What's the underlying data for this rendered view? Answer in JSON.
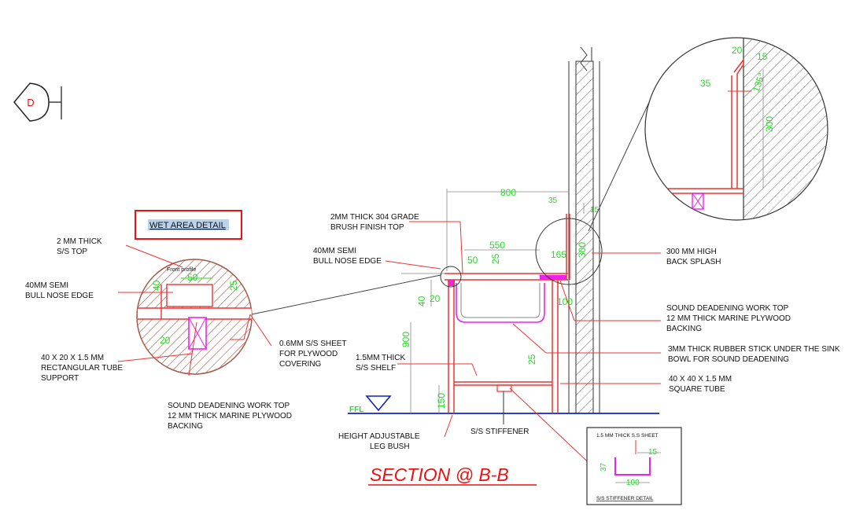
{
  "title": "SECTION @ B-B",
  "section_marker": "D",
  "wet_area_box": "WET AREA DETAIL",
  "front_profile": "Front profile",
  "ffl": "FFL",
  "left_detail": {
    "ss_top": [
      "2 MM THICK",
      "S/S TOP"
    ],
    "bull_nose": [
      "40MM SEMI",
      "BULL NOSE EDGE"
    ],
    "rect_tube": [
      "40 X 20 X 1.5 MM",
      "RECTANGULAR TUBE",
      "SUPPORT"
    ],
    "sound_dead": [
      "SOUND DEADENING WORK TOP",
      "12 MM THICK MARINE PLYWOOD",
      "BACKING"
    ],
    "sheet": [
      "0.6MM S/S SHEET",
      "FOR PLYWOOD",
      "COVERING"
    ],
    "dims": {
      "d50": "50",
      "d40": "40",
      "d25": "25",
      "d20": "20"
    }
  },
  "main": {
    "top_304": [
      "2MM THICK 304 GRADE",
      "BRUSH FINISH TOP"
    ],
    "bull_nose": [
      "40MM SEMI",
      "BULL NOSE EDGE"
    ],
    "shelf": [
      "1.5MM THICK",
      "S/S SHELF"
    ],
    "leg_bush": [
      "HEIGHT ADJUSTABLE",
      "LEG BUSH"
    ],
    "stiffener": "S/S STIFFENER",
    "back_splash": [
      "300 MM HIGH",
      "BACK SPLASH"
    ],
    "sound_dead": [
      "SOUND DEADENING WORK TOP",
      "12 MM THICK MARINE PLYWOOD",
      "BACKING"
    ],
    "rubber": [
      "3MM THICK RUBBER STICK UNDER THE SINK",
      "BOWL FOR SOUND DEADENING"
    ],
    "square_tube": [
      "40 X 40 X 1.5 MM",
      "SQUARE TUBE"
    ],
    "dims": {
      "d800": "800",
      "d550": "550",
      "d35": "35",
      "d15": "15",
      "d50": "50",
      "d25": "25",
      "d165": "165",
      "d300": "300",
      "d40": "40",
      "d20": "20",
      "d100": "100",
      "d900": "900",
      "d25b": "25",
      "d150": "150"
    }
  },
  "right_detail": {
    "dims": {
      "d20": "20",
      "d15": "15",
      "d35": "35",
      "d135": "135°",
      "d300": "300"
    }
  },
  "stiffener_detail": {
    "header": "1.5 MM THICK S.S SHEET",
    "footer": "S/S STIFFENER DETAIL",
    "dims": {
      "d15": "15",
      "d37": "37",
      "d100": "100"
    }
  },
  "colors": {
    "annotation_red": "#ee3333",
    "dimension_green": "#22dd22",
    "stainless_magenta": "#ee22ee",
    "floor_blue": "#1122cc",
    "hatch_brown": "#a05a4a"
  }
}
